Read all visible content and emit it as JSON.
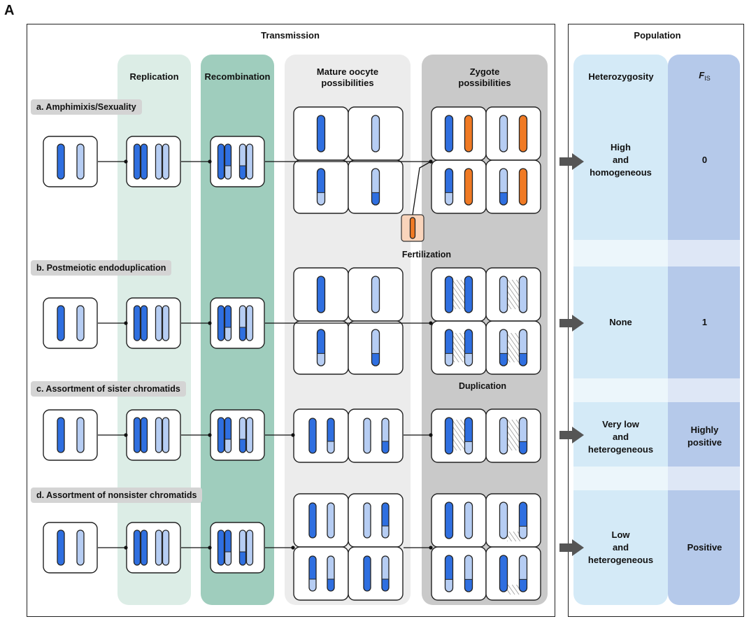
{
  "panel_letter": "A",
  "transmission_title": "Transmission",
  "population_title": "Population",
  "columns": {
    "replication": "Replication",
    "recombination": "Recombination",
    "oocyte": "Mature oocyte possibilities",
    "zygote": "Zygote possibilities"
  },
  "population_columns": {
    "heterozygosity": "Heterozygosity",
    "fis_main": "F",
    "fis_sub": "IS"
  },
  "rows": [
    {
      "label": "a. Amphimixis/Sexuality",
      "heterozygosity": "High and homogeneous",
      "fis": "0"
    },
    {
      "label": "b.  Postmeiotic endoduplication",
      "heterozygosity": "None",
      "fis": "1"
    },
    {
      "label": "c. Assortment of sister chromatids",
      "heterozygosity": "Very low and heterogeneous",
      "fis": "Highly positive"
    },
    {
      "label": "d. Assortment of nonsister chromatids",
      "heterozygosity": "Low and heterogeneous",
      "fis": "Positive"
    }
  ],
  "annotations": {
    "fertilization": "Fertilization",
    "duplication": "Duplication"
  },
  "colors": {
    "dark_blue": "#2f6fe0",
    "light_blue": "#b6cdf3",
    "orange": "#f07a24",
    "replication_band": "#dcede6",
    "recombination_band": "#9fcdbd",
    "oocyte_band": "#ececec",
    "zygote_band": "#c9c9c9",
    "heterozygosity_band": "#d4eaf7",
    "fis_band": "#b5c9ea",
    "arrow": "#555555"
  }
}
